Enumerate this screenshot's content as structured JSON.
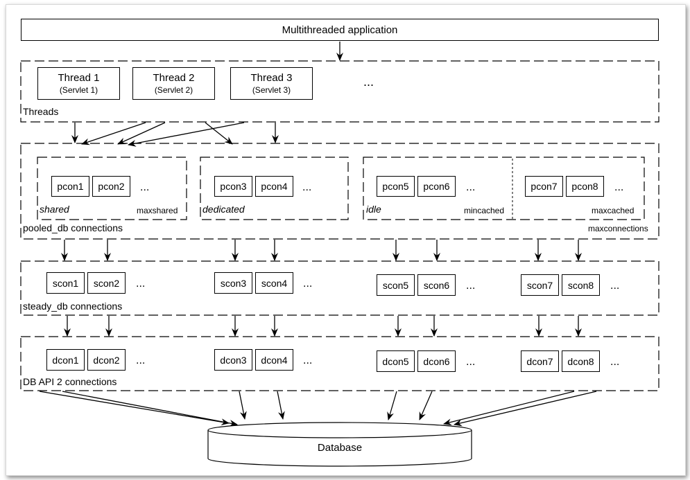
{
  "app": {
    "title": "Multithreaded application"
  },
  "threads": {
    "label": "Threads",
    "items": [
      {
        "name": "Thread 1",
        "sub": "(Servlet 1)"
      },
      {
        "name": "Thread 2",
        "sub": "(Servlet 2)"
      },
      {
        "name": "Thread 3",
        "sub": "(Servlet 3)"
      }
    ],
    "more": "..."
  },
  "pooled": {
    "label": "pooled_db connections",
    "max_label": "maxconnections",
    "groups": [
      {
        "kind": "shared",
        "limit": "maxshared",
        "cons": [
          "pcon1",
          "pcon2"
        ],
        "more": "..."
      },
      {
        "kind": "dedicated",
        "limit": "",
        "cons": [
          "pcon3",
          "pcon4"
        ],
        "more": "..."
      },
      {
        "kind": "idle",
        "limit": "mincached",
        "cons": [
          "pcon5",
          "pcon6"
        ],
        "more": "..."
      },
      {
        "kind": "",
        "limit": "maxcached",
        "cons": [
          "pcon7",
          "pcon8"
        ],
        "more": "..."
      }
    ]
  },
  "steady": {
    "label": "steady_db connections",
    "cons": [
      [
        "scon1",
        "scon2"
      ],
      [
        "scon3",
        "scon4"
      ],
      [
        "scon5",
        "scon6"
      ],
      [
        "scon7",
        "scon8"
      ]
    ],
    "more": "..."
  },
  "dbapi": {
    "label": "DB API 2 connections",
    "cons": [
      [
        "dcon1",
        "dcon2"
      ],
      [
        "dcon3",
        "dcon4"
      ],
      [
        "dcon5",
        "dcon6"
      ],
      [
        "dcon7",
        "dcon8"
      ]
    ],
    "more": "..."
  },
  "database": {
    "label": "Database"
  }
}
